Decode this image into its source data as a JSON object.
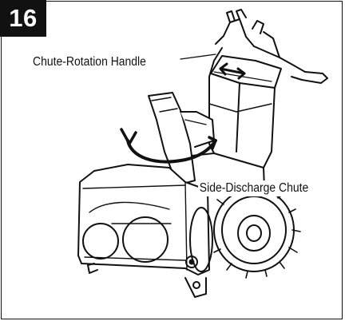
{
  "figure": {
    "step_number": "16",
    "callouts": {
      "chute_rotation_handle": "Chute-Rotation Handle",
      "side_discharge_chute": "Side-Discharge Chute"
    }
  }
}
